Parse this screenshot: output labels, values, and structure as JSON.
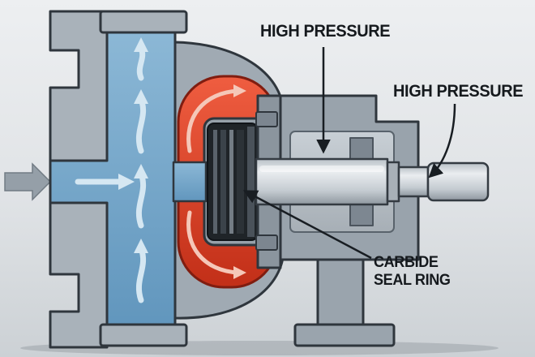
{
  "diagram": {
    "labels": {
      "high_pressure_top": "HIGH PRESSURE",
      "high_pressure_right": "HIGH PRESSURE",
      "carbide_seal_line1": "CARBIDE",
      "carbide_seal_line2": "SEAL RING"
    },
    "colors": {
      "background": "#e3e6e9",
      "casing_gray": "#a9b2ba",
      "outline_dark": "#2f363d",
      "water_blue": "#74a5c8",
      "flow_arrow_blue": "#d5e7f2",
      "impeller_red": "#d7402a",
      "swirl_arrow": "#f5c7b8",
      "seal_dark": "#22272b",
      "shaft_gray": "#c9ced3",
      "label_text": "#15191d",
      "leader_line": "#181d22"
    },
    "icons": {
      "inlet_flow_arrow": "→",
      "up_flow_arrow": "↑",
      "swirl_arrow": "curved-arrow",
      "leader_arrow": "➤"
    }
  }
}
